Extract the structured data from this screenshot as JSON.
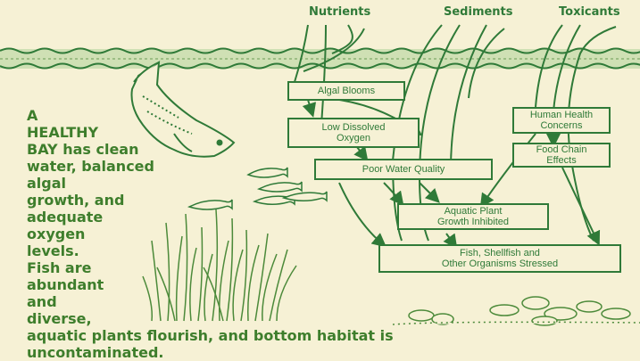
{
  "sources": {
    "nutrients": "Nutrients",
    "sediments": "Sediments",
    "toxicants": "Toxicants"
  },
  "effects": {
    "algal_blooms": "Algal Blooms",
    "low_do_line1": "Low Dissolved",
    "low_do_line2": "Oxygen",
    "poor_water_quality": "Poor Water Quality",
    "aquatic_plant_line1": "Aquatic Plant",
    "aquatic_plant_line2": "Growth Inhibited",
    "fish_stressed_line1": "Fish, Shellfish and",
    "fish_stressed_line2": "Other Organisms Stressed",
    "human_health_line1": "Human Health",
    "human_health_line2": "Concerns",
    "food_chain_line1": "Food Chain",
    "food_chain_line2": "Effects"
  },
  "healthy_bay_lines": [
    "A",
    "HEALTHY",
    "BAY has clean",
    "water, balanced",
    "algal",
    "growth, and",
    "adequate",
    "oxygen",
    "levels.",
    "Fish are",
    "abundant",
    "and",
    "diverse,",
    "aquatic plants flourish, and  bottom habitat is",
    "uncontaminated."
  ],
  "colors": {
    "ink": "#2f7a38",
    "text": "#3e7e2c",
    "background": "#f6f1d5"
  }
}
